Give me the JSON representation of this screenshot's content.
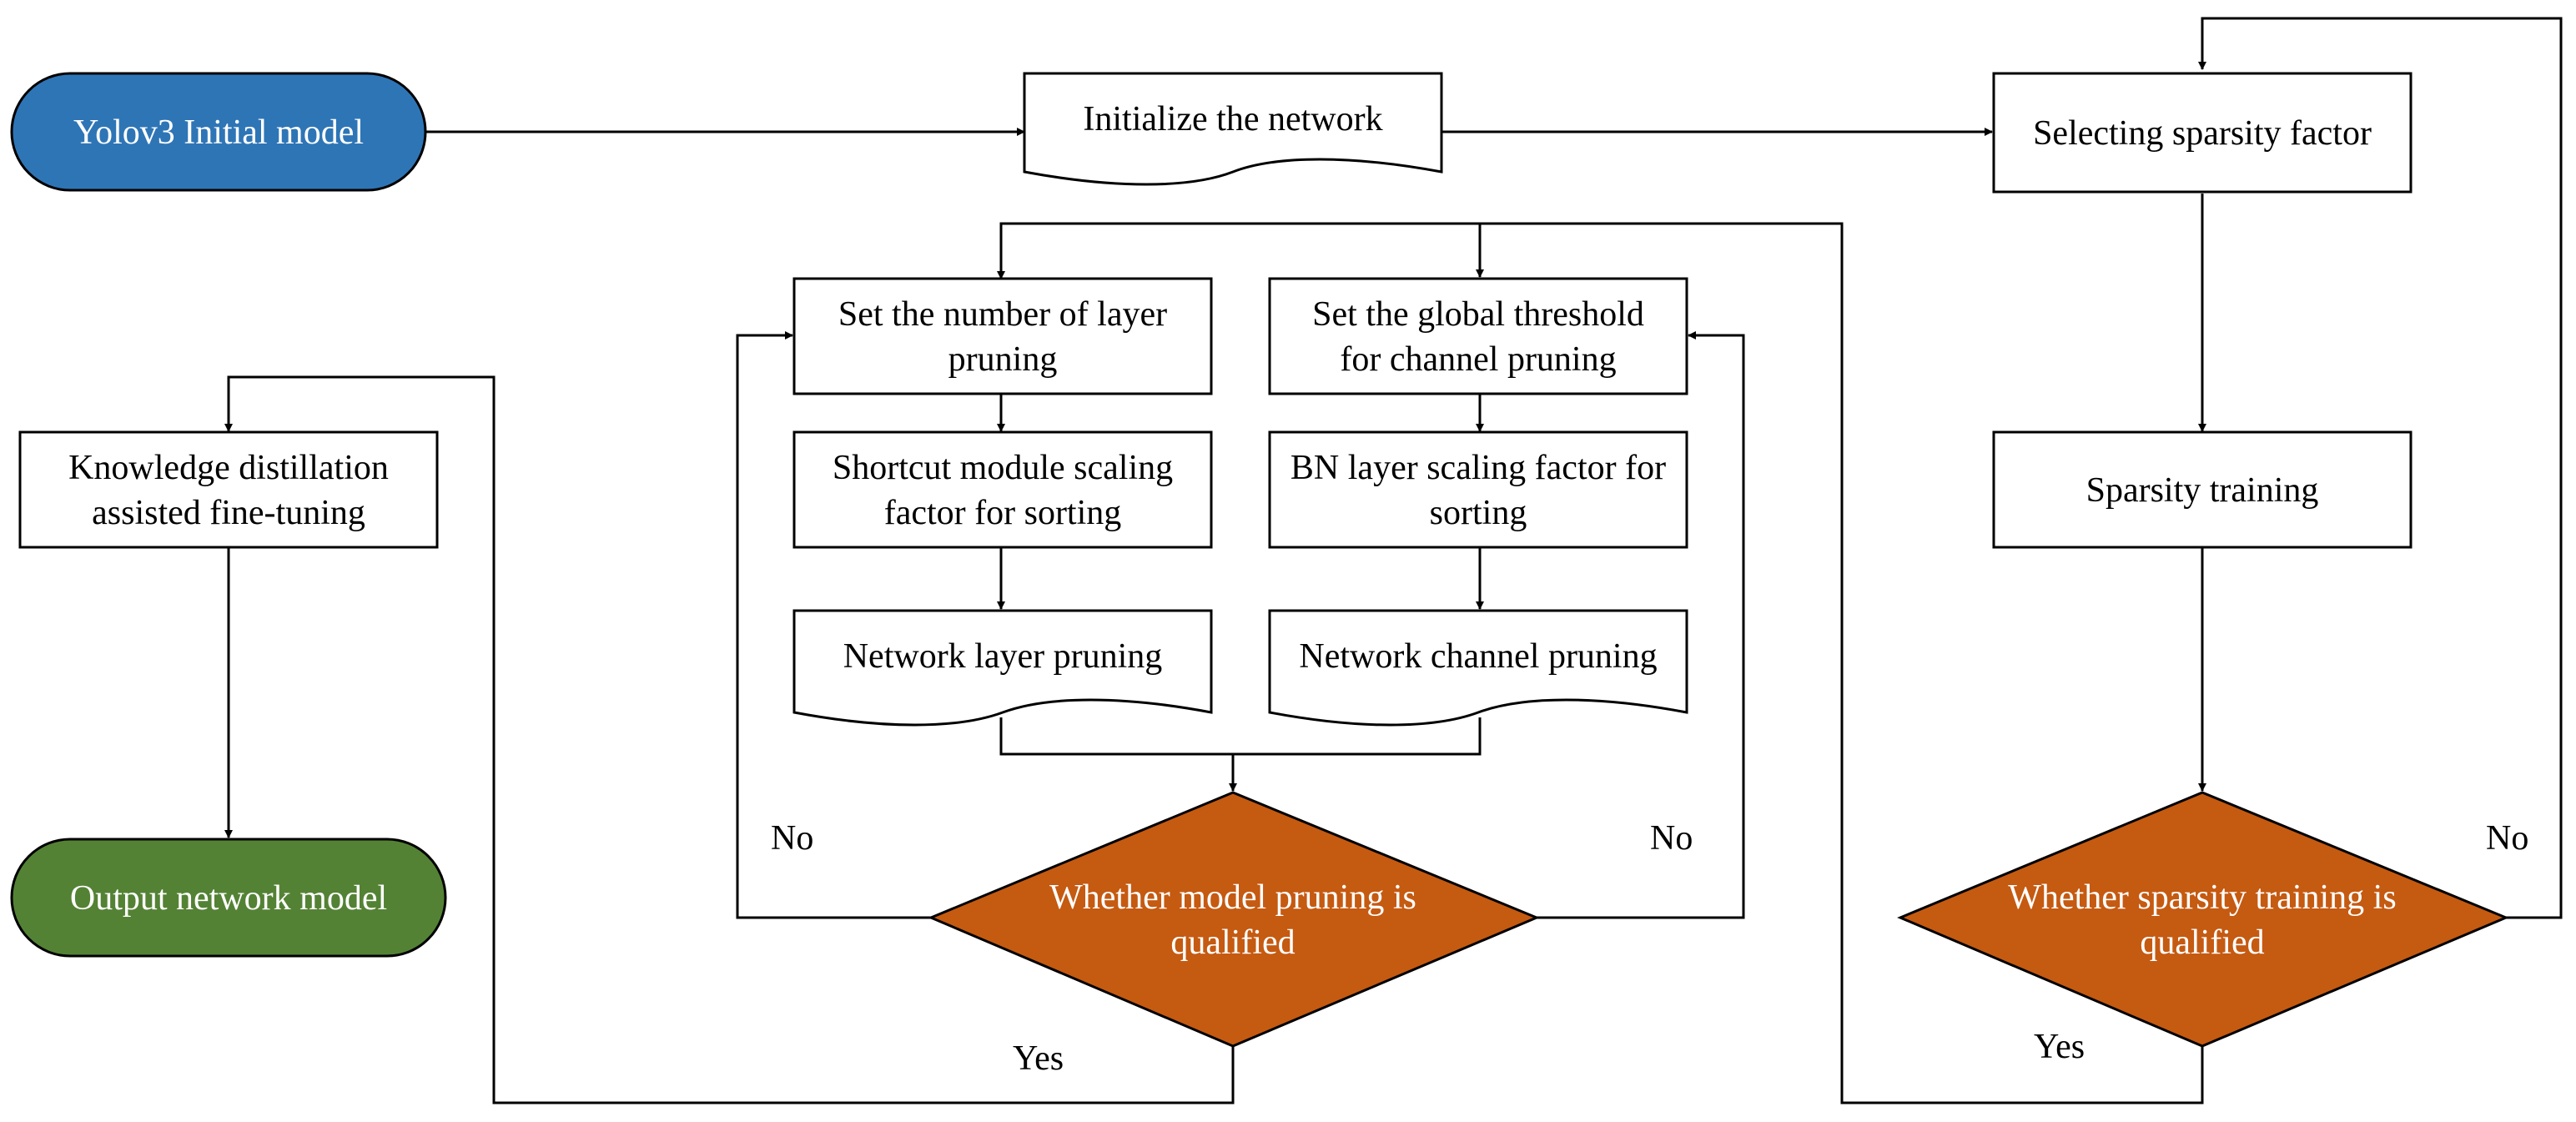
{
  "colors": {
    "start": "#2e75b6",
    "end": "#548235",
    "decision": "#c55a11",
    "line": "#000000",
    "box": "#ffffff"
  },
  "nodes": {
    "initial_model": {
      "lines": [
        "Yolov3 Initial model"
      ]
    },
    "initialize_network": {
      "lines": [
        "Initialize the network"
      ]
    },
    "selecting_sparsity_factor": {
      "lines": [
        "Selecting sparsity factor"
      ]
    },
    "sparsity_training": {
      "lines": [
        "Sparsity training"
      ]
    },
    "sparsity_decision": {
      "lines": [
        "Whether sparsity training is",
        "qualified"
      ]
    },
    "set_layer_pruning": {
      "lines": [
        "Set the number of layer",
        "pruning"
      ]
    },
    "set_channel_threshold": {
      "lines": [
        "Set the global threshold",
        "for channel pruning"
      ]
    },
    "shortcut_scaling": {
      "lines": [
        "Shortcut module scaling",
        "factor for sorting"
      ]
    },
    "bn_scaling": {
      "lines": [
        "BN layer scaling factor for",
        "sorting"
      ]
    },
    "layer_pruning": {
      "lines": [
        "Network layer pruning"
      ]
    },
    "channel_pruning": {
      "lines": [
        "Network channel pruning"
      ]
    },
    "pruning_decision": {
      "lines": [
        "Whether model pruning is",
        "qualified"
      ]
    },
    "knowledge_distillation": {
      "lines": [
        "Knowledge distillation",
        "assisted fine-tuning"
      ]
    },
    "output_model": {
      "lines": [
        "Output network model"
      ]
    }
  },
  "edge_labels": {
    "pruning_no_left": "No",
    "pruning_no_right": "No",
    "pruning_yes": "Yes",
    "sparsity_no": "No",
    "sparsity_yes": "Yes"
  }
}
